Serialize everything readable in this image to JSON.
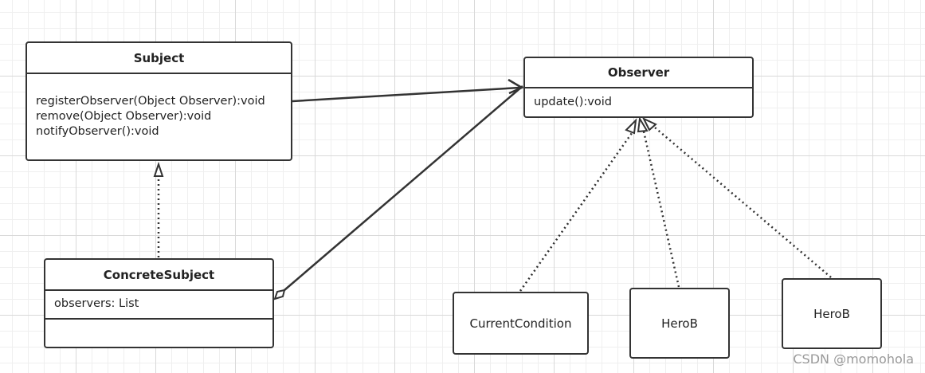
{
  "subject": {
    "name": "Subject",
    "methods": [
      "registerObserver(Object Observer):void",
      "remove(Object Observer):void",
      "notifyObserver():void"
    ]
  },
  "observer": {
    "name": "Observer",
    "methods": [
      "update():void"
    ]
  },
  "concrete_subject": {
    "name": "ConcreteSubject",
    "attributes": [
      "observers: List"
    ]
  },
  "implementations": [
    {
      "name": "CurrentCondition"
    },
    {
      "name": "HeroB"
    },
    {
      "name": "HeroB"
    }
  ],
  "relationships": [
    {
      "from": "Subject",
      "to": "Observer",
      "type": "association"
    },
    {
      "from": "ConcreteSubject",
      "to": "Subject",
      "type": "realization"
    },
    {
      "from": "ConcreteSubject",
      "to": "Observer",
      "type": "aggregation"
    },
    {
      "from": "CurrentCondition",
      "to": "Observer",
      "type": "realization"
    },
    {
      "from": "HeroB",
      "to": "Observer",
      "type": "realization"
    },
    {
      "from": "HeroB",
      "to": "Observer",
      "type": "realization"
    }
  ],
  "watermark": "CSDN @momohola"
}
